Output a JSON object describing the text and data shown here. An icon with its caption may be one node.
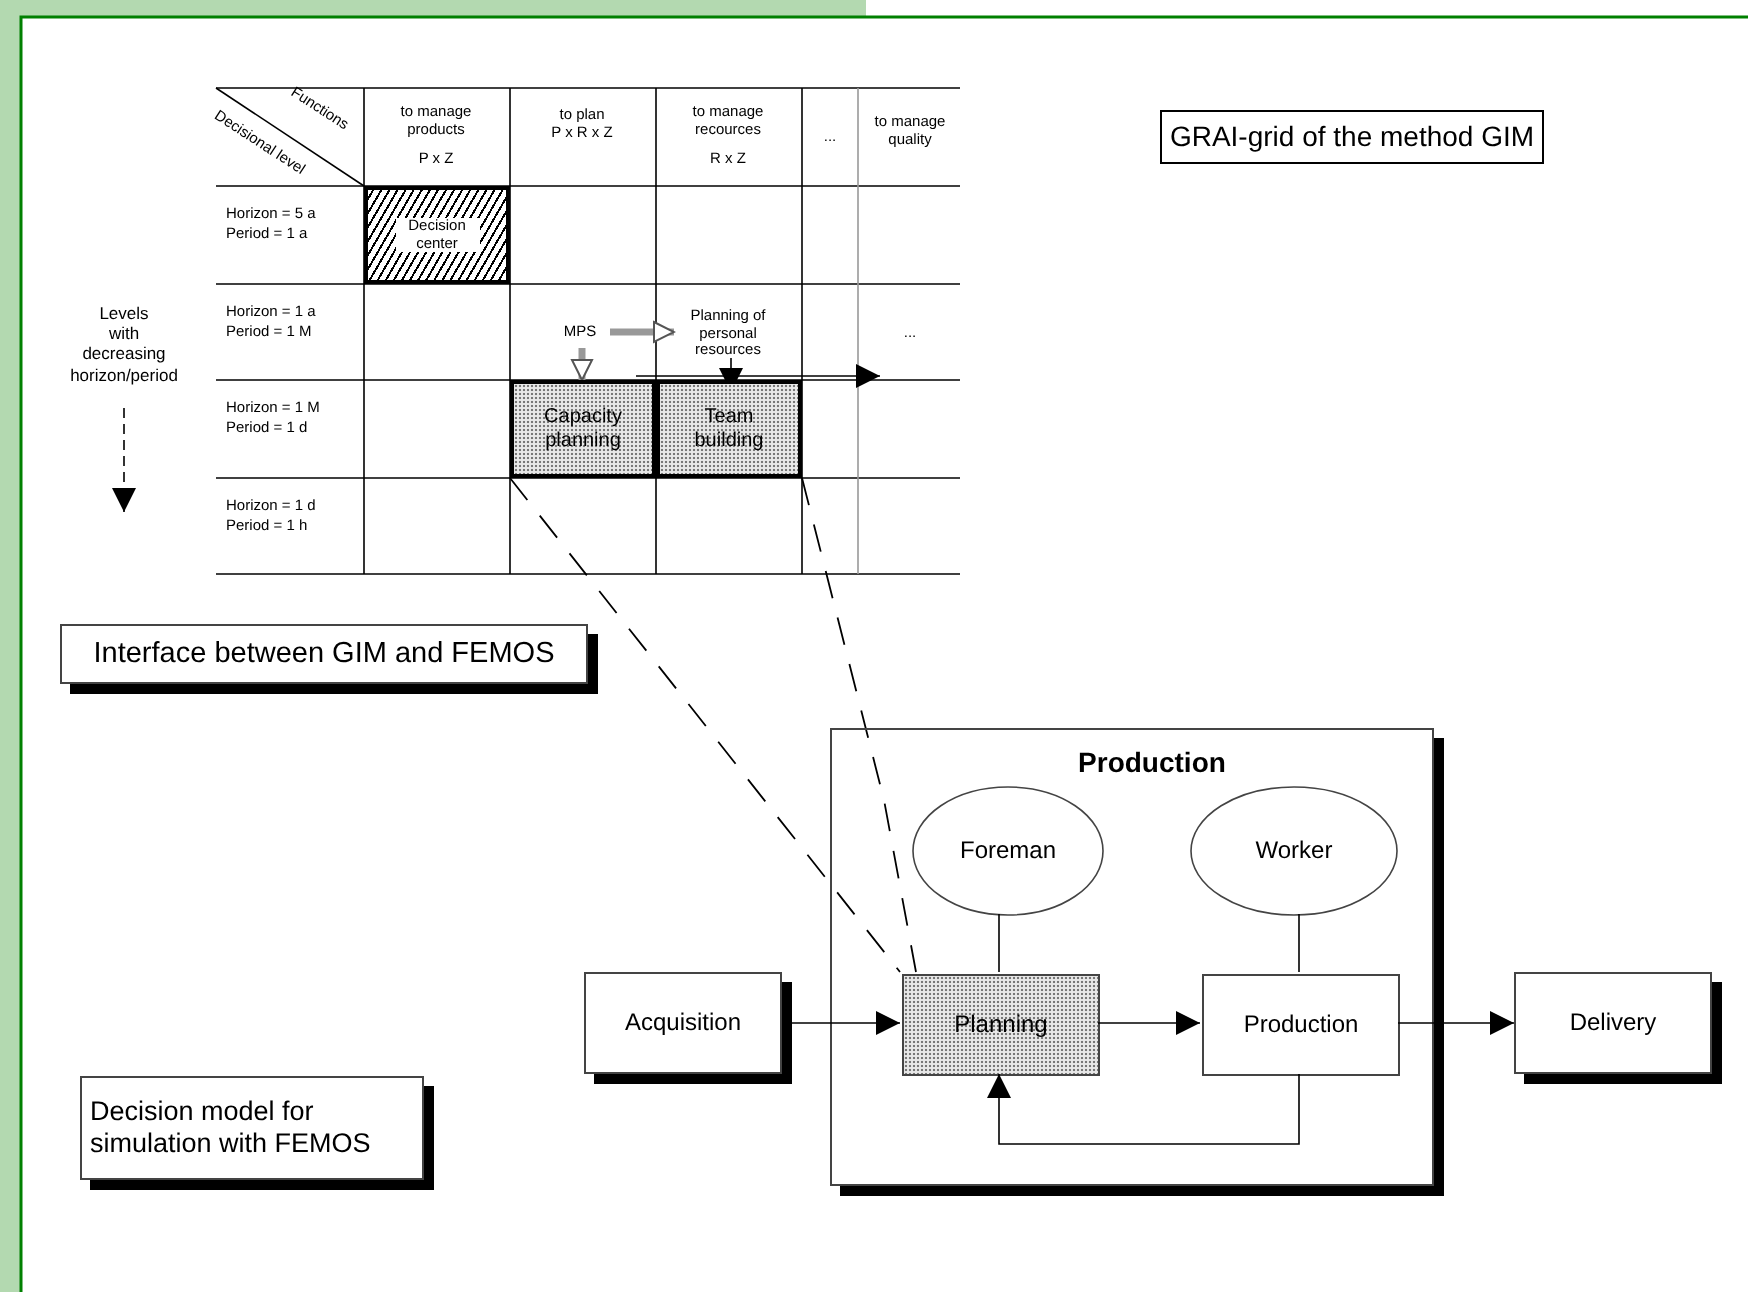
{
  "diagram": {
    "nodes": [
      {
        "text": [
          "GRAI-grid of the method GIM"
        ]
      },
      {
        "text": [
          "Decision center"
        ]
      },
      {
        "text": [
          "MPS"
        ]
      },
      {
        "text": [
          "Planning of personal resources"
        ]
      },
      {
        "text": [
          "Capacity planning"
        ]
      },
      {
        "text": [
          "Team building"
        ]
      },
      {
        "text": [
          "Interface between GIM and FEMOS"
        ]
      },
      {
        "text": [
          "Production"
        ]
      },
      {
        "text": [
          "Foreman"
        ],
        "in": 7
      },
      {
        "text": [
          "Worker"
        ],
        "in": 7
      },
      {
        "text": [
          "Planning"
        ],
        "in": 7
      },
      {
        "text": [
          "Production"
        ],
        "in": 7
      },
      {
        "text": [
          "Acquisition"
        ]
      },
      {
        "text": [
          "Delivery"
        ]
      },
      {
        "text": [
          "Decision model for simulation with FEMOS"
        ]
      }
    ],
    "edges": [
      {
        "from": 2,
        "to": 4,
        "arrow": "to",
        "style": "thick",
        "color": "#999999"
      },
      {
        "from": 2,
        "to": 3,
        "arrow": "to",
        "style": "thick",
        "color": "#999999"
      },
      {
        "from": 3,
        "to": 5,
        "arrow": "to"
      },
      {
        "from": 4,
        "to": 10,
        "arrow": "none",
        "style": "dashed"
      },
      {
        "from": 5,
        "to": 10,
        "arrow": "none",
        "style": "dashed"
      },
      {
        "from": 12,
        "to": 10,
        "arrow": "to"
      },
      {
        "from": 10,
        "to": 11,
        "arrow": "to"
      },
      {
        "from": 11,
        "to": 13,
        "arrow": "to"
      },
      {
        "from": 11,
        "to": 10,
        "arrow": "to"
      },
      {
        "from": 8,
        "to": 10,
        "arrow": "none"
      },
      {
        "from": 9,
        "to": 11,
        "arrow": "none"
      }
    ],
    "labels": [
      "Functions",
      "Decisional level",
      "to manage products",
      "P x Z",
      "to plan",
      "P x R x Z",
      "to manage recources",
      "R x Z",
      "...",
      "to manage quality",
      "Horizon = 5 a",
      "Period = 1 a",
      "Horizon = 1 a",
      "Period = 1 M",
      "...",
      "Horizon = 1 M",
      "Period = 1 d",
      "Horizon = 1 d",
      "Period = 1 h",
      "Levels with decreasing horizon/period"
    ]
  }
}
